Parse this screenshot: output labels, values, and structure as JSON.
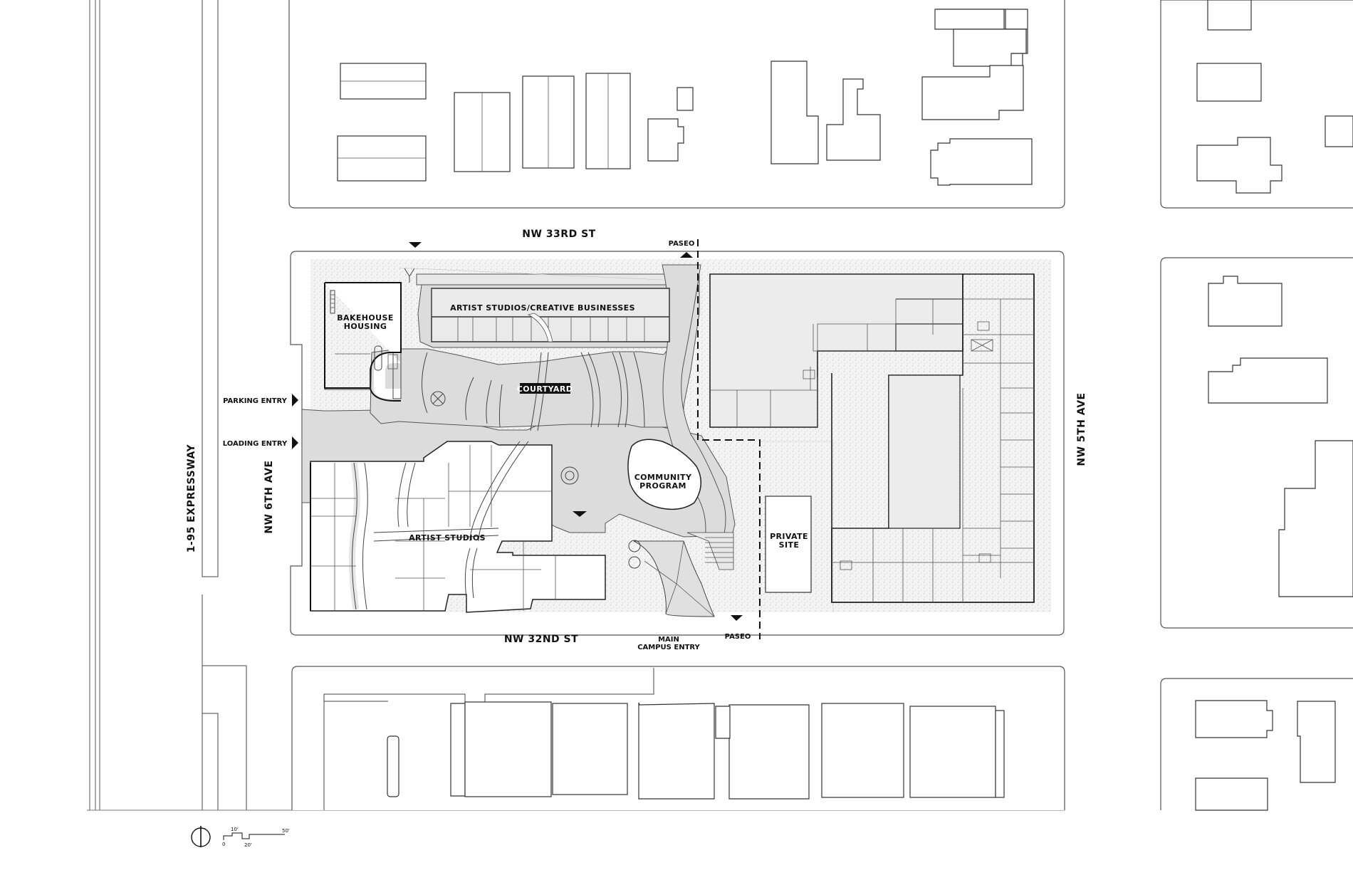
{
  "streets": {
    "north": "NW 33RD ST",
    "south": "NW 32ND ST",
    "west": "NW 6TH AVE",
    "east": "NW 5TH AVE",
    "expressway": "1-95 EXPRESSWAY"
  },
  "labels": {
    "artist_studios_creative": "ARTIST STUDIOS/CREATIVE BUSINESSES",
    "bakehouse_line1": "BAKEHOUSE",
    "bakehouse_line2": "HOUSING",
    "courtyard": "COURTYARD",
    "community_line1": "COMMUNITY",
    "community_line2": "PROGRAM",
    "artist_studios": "ARTIST STUDIOS",
    "private_line1": "PRIVATE",
    "private_line2": "SITE",
    "parking_entry": "PARKING ENTRY",
    "loading_entry": "LOADING ENTRY",
    "paseo_north": "PASEO",
    "paseo_south": "PASEO",
    "main_entry_line1": "MAIN",
    "main_entry_line2": "CAMPUS ENTRY"
  },
  "scale_bar": {
    "label_0": "0",
    "label_10": "10'",
    "label_20": "20'",
    "label_50": "50'"
  },
  "colors": {
    "line": "#333333",
    "paving": "#dcdcdc",
    "landscape": "#f2f2f2"
  }
}
